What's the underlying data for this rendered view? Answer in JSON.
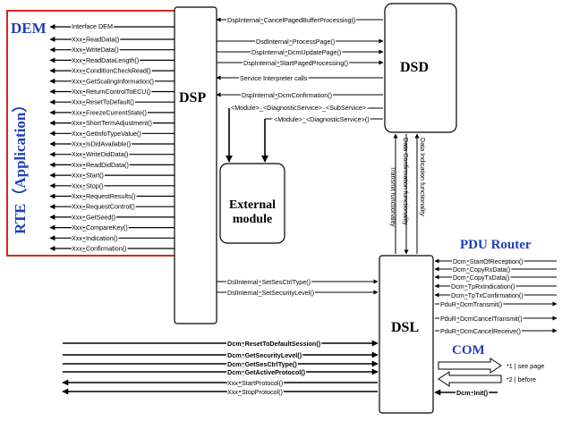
{
  "labels": {
    "dem": "DEM",
    "rte": "RTE（Application）",
    "dsp": "DSP",
    "dsd": "DSD",
    "dsl": "DSL",
    "external_module": [
      "External",
      "module"
    ],
    "pdu_router": "PDU Router",
    "com": "COM"
  },
  "dem_interface": "Interface DEM",
  "rte_apis": [
    "Xxx_ReadData()",
    "Xxx_WriteData()",
    "Xxx_ReadDataLength()",
    "Xxx_ConditionCheckRead()",
    "Xxx_GetScalingInformation()",
    "Xxx_ReturnControlToECU()",
    "Xxx_ResetToDefault()",
    "Xxx_FreezeCurrentState()",
    "Xxx_ShortTermAdjustment()",
    "Xxx_GetInfoTypeValue()",
    "Xxx_IsDidAvailable()",
    "Xxx_WriteDidData()",
    "Xxx_ReadDidData()",
    "Xxx_Start()",
    "Xxx_Stop()",
    "Xxx_RequestResults()",
    "Xxx_RequestControl()",
    "Xxx_GetSeed()",
    "Xxx_CompareKey()",
    "Xxx_Indication()",
    "Xxx_Confirmation()"
  ],
  "dsp_dsd_calls": [
    "DspInternal_CancelPagedBufferProcessing()",
    "DsdInternal_ProcessPage()",
    "DspInternal_DcmUpdatePage()",
    "DspInternal_StartPagedProcessing()",
    "Service Interpreter calls",
    "DspInternal_DcmConfirmation()"
  ],
  "module_calls": [
    "<Module>_<DiagnosticService>_<SubService>",
    "<Module>_<DiagnosticService>()"
  ],
  "dsd_dsl_labels": [
    "Data Confirmation functionality",
    "Transmit functionality",
    "Data Indication functionality"
  ],
  "dsp_dsl_calls": [
    "DslInternal_SetSesCtrlType()",
    "DslInternal_SetSecurityLevel()"
  ],
  "pdu_router_calls": [
    "Dcm_StartOfReception()",
    "Dcm_CopyRxData()",
    "Dcm_CopyTxData()",
    "Dcm_TpRxIndication()",
    "Dcm_TpTxConfirmation()",
    "PduR_DcmTransmit()",
    "PduR_DcmCancelTransmit()",
    "PduR_DcmCancelReceive()"
  ],
  "bottom_calls": [
    "Dcm_ResetToDefaultSession()",
    "Dcm_GetSecurityLevel()",
    "Dcm_GetSesCtrlType()",
    "Dcm_GetActiveProtocol()",
    "Xxx_StartProtocol()",
    "Xxx_StopProtocol()"
  ],
  "com_legend": [
    "*1 | see page",
    "*2 | before"
  ],
  "dcm_init": "Dcm_Init()",
  "colors": {
    "rte_frame": "#d9261c",
    "heading_blue": "#1f3fb5",
    "line": "#000000",
    "box_fill": "#ffffff"
  }
}
